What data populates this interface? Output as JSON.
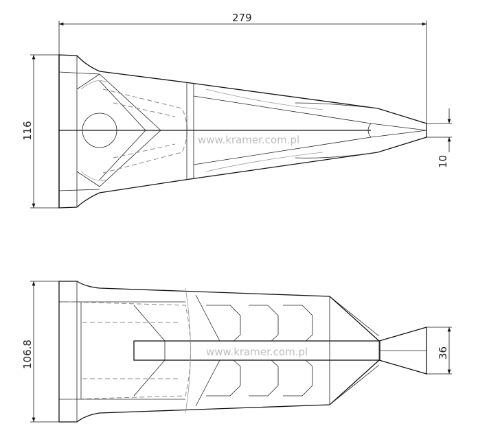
{
  "drawing": {
    "top_view": {
      "length_label": "279",
      "height_label": "116",
      "tip_label": "10",
      "watermark": "www.kramer.com.pl"
    },
    "bottom_view": {
      "height_label": "106.8",
      "tip_label": "36",
      "watermark": "www.kramer.com.pl"
    }
  }
}
